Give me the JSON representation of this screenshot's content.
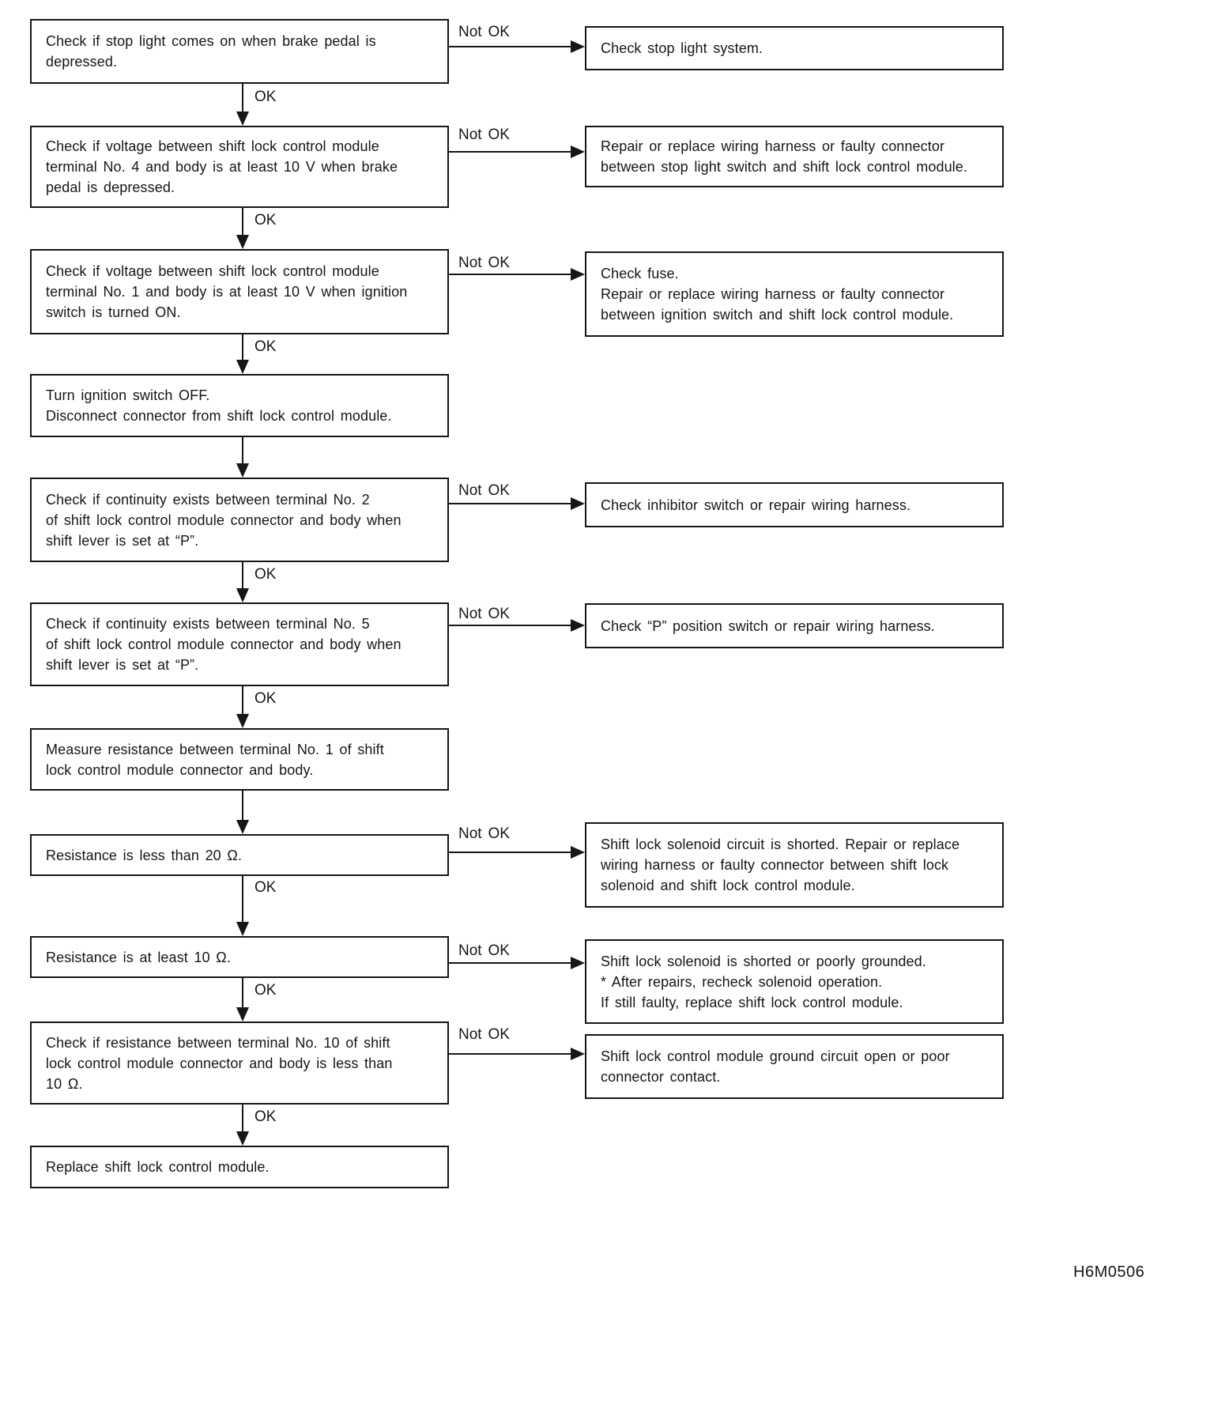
{
  "figure": {
    "code": "H6M0506",
    "background": "#ffffff",
    "ink": "#161616"
  },
  "labels": {
    "ok": "OK",
    "not_ok": "Not OK"
  },
  "steps": [
    {
      "lines": [
        "Check if stop light comes on when brake pedal is",
        "depressed."
      ]
    },
    {
      "lines": [
        "Check if voltage between shift lock control module",
        "terminal No. 4 and body is at least 10 V when brake",
        "pedal is depressed."
      ]
    },
    {
      "lines": [
        "Check if voltage between shift lock control module",
        "terminal No. 1 and body is at least 10 V when ignition",
        "switch is turned ON."
      ]
    },
    {
      "lines": [
        "Turn ignition switch OFF.",
        "Disconnect connector from shift lock control module."
      ]
    },
    {
      "lines": [
        "Check if continuity exists between terminal No. 2",
        "of shift lock control module connector and body when",
        "shift lever is set at “P”."
      ]
    },
    {
      "lines": [
        "Check if continuity exists between terminal No. 5",
        "of shift lock control module connector and body when",
        "shift lever is set at “P”."
      ]
    },
    {
      "lines": [
        "Measure resistance between terminal No. 1 of shift",
        "lock control module connector and body."
      ]
    },
    {
      "lines": [
        "Resistance is less than 20 Ω."
      ]
    },
    {
      "lines": [
        "Resistance is at least 10 Ω."
      ]
    },
    {
      "lines": [
        "Check if resistance between terminal No. 10 of shift",
        "lock control module connector and body is less than",
        "10 Ω."
      ]
    },
    {
      "lines": [
        "Replace shift lock control module."
      ]
    }
  ],
  "results": [
    {
      "lines": [
        "Check stop light system."
      ]
    },
    {
      "lines": [
        "Repair or replace wiring harness or faulty connector",
        "between stop light switch and shift lock control module."
      ]
    },
    {
      "lines": [
        "Check fuse.",
        "Repair or replace wiring harness or faulty connector",
        "between ignition switch and shift lock control module."
      ]
    },
    {
      "lines": [
        "Check inhibitor switch or repair wiring harness."
      ]
    },
    {
      "lines": [
        "Check “P” position switch or repair wiring harness."
      ]
    },
    {
      "lines": [
        "Shift lock solenoid circuit is shorted. Repair or replace",
        "wiring harness or faulty connector between shift lock",
        "solenoid and shift lock control module."
      ]
    },
    {
      "lines": [
        "Shift lock solenoid is shorted or poorly grounded.",
        "* After repairs, recheck solenoid operation.",
        "If still faulty, replace shift lock control module."
      ]
    },
    {
      "lines": [
        "Shift lock control module ground circuit open or poor",
        "connector contact."
      ]
    }
  ]
}
